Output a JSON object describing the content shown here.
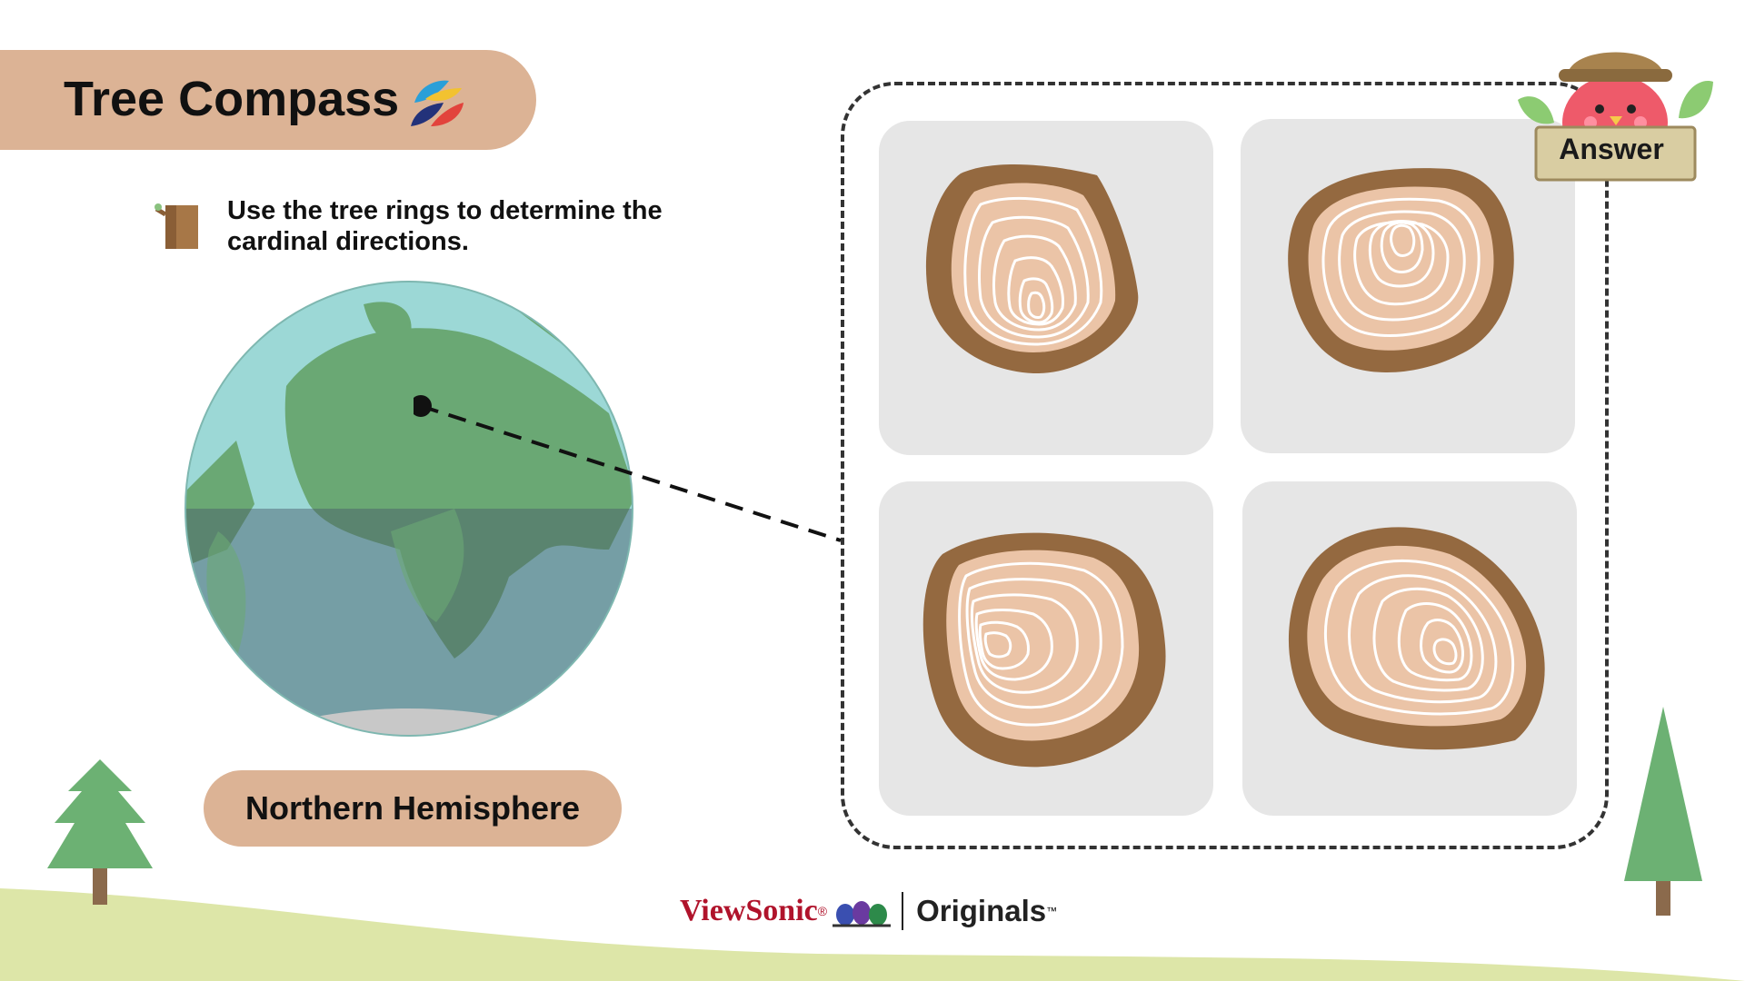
{
  "header": {
    "title": "Tree Compass",
    "logo_icon": "colorful-leaf-logo"
  },
  "instruction": {
    "icon": "tree-stump-icon",
    "text": "Use the tree rings to determine the cardinal directions."
  },
  "globe": {
    "icon": "earth-globe",
    "location_marker": "location-dot"
  },
  "hemisphere_label": "Northern Hemisphere",
  "answer_button": {
    "label": "Answer",
    "icon": "bird-explorer-mascot"
  },
  "tree_rings": [
    {
      "name": "stump-1",
      "core_side": "bottom"
    },
    {
      "name": "stump-2",
      "core_side": "top"
    },
    {
      "name": "stump-3",
      "core_side": "left"
    },
    {
      "name": "stump-4",
      "core_side": "right"
    }
  ],
  "footer": {
    "brand": "ViewSonic",
    "brand_mark": "®",
    "product": "Originals",
    "trademark": "™"
  },
  "colors": {
    "accent": "#dcb395",
    "bark": "#946940",
    "wood": "#ebc4a7",
    "globe_land": "#6aa874",
    "globe_water": "#9cd8d6",
    "grass": "#dde6a8",
    "tree": "#6cb173"
  }
}
